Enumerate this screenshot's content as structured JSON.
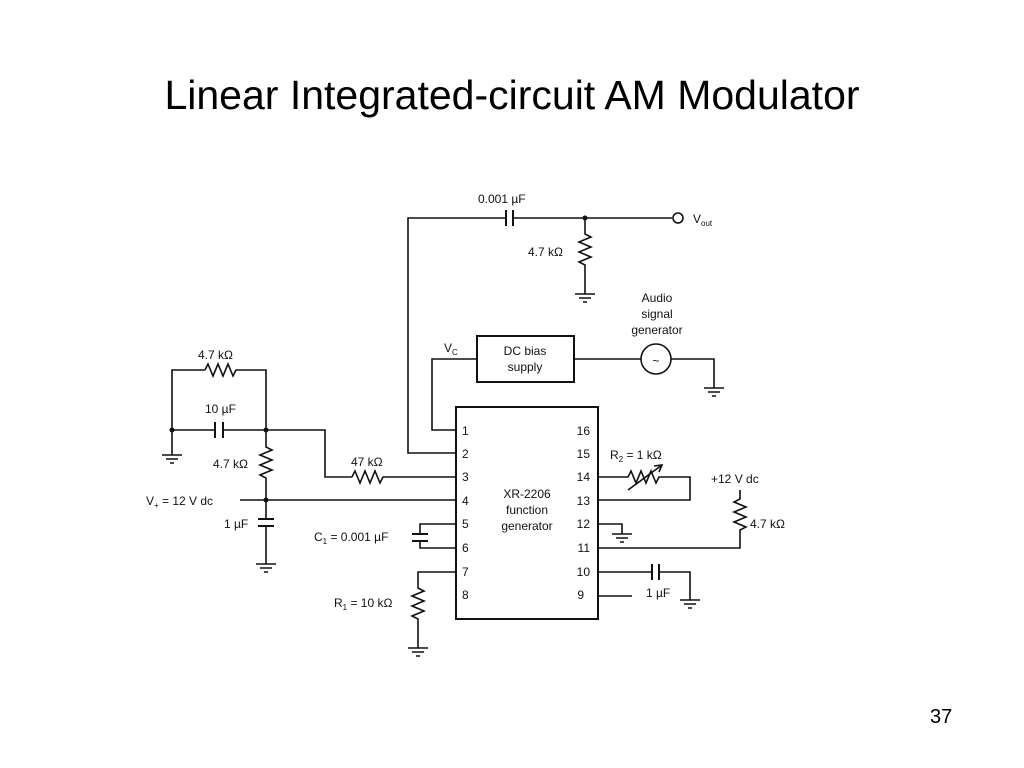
{
  "slide": {
    "title": "Linear Integrated-circuit AM Modulator",
    "page_number": "37"
  },
  "chip": {
    "line1": "XR-2206",
    "line2": "function",
    "line3": "generator",
    "left_pins": [
      "1",
      "2",
      "3",
      "4",
      "5",
      "6",
      "7",
      "8"
    ],
    "right_pins": [
      "16",
      "15",
      "14",
      "13",
      "12",
      "11",
      "10",
      "9"
    ]
  },
  "labels": {
    "c_out": "0.001 µF",
    "vout_main": "V",
    "vout_sub": "out",
    "r_out": "4.7 kΩ",
    "audio_1": "Audio",
    "audio_2": "signal",
    "audio_3": "generator",
    "audio_symbol": "~",
    "vc_main": "V",
    "vc_sub": "C",
    "dc_bias_1": "DC bias",
    "dc_bias_2": "supply",
    "r_top_left": "4.7 kΩ",
    "c_left": "10 µF",
    "r_left": "4.7 kΩ",
    "r_47k": "47 kΩ",
    "vplus_main": "V",
    "vplus_sub": "+",
    "vplus_rest": " = 12 V dc",
    "c_1uF_left": "1 µF",
    "c1_main": "C",
    "c1_sub": "1",
    "c1_rest": " = 0.001 µF",
    "r1_main": "R",
    "r1_sub": "1",
    "r1_rest": " = 10 kΩ",
    "r2_main": "R",
    "r2_sub": "2",
    "r2_rest": " = 1 kΩ",
    "plus12": "+12 V dc",
    "r_right": "4.7 kΩ",
    "c_1uF_right": "1 µF"
  }
}
